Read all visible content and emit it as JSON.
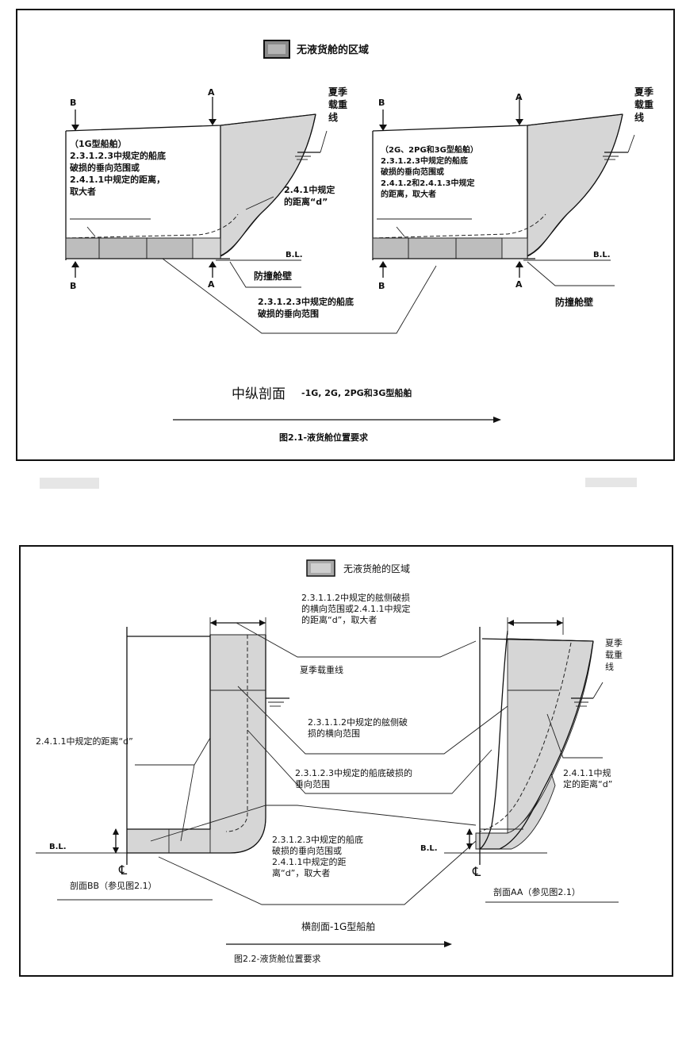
{
  "fig1": {
    "legend": "无液货舱的区域",
    "section_b": "B",
    "section_a": "A",
    "summer_load_line": "夏季\n载重\n线",
    "note_1g": "（1G型船舶）\n2.3.1.2.3中规定的船底\n破损的垂向范围或\n2.4.1.1中规定的距离，\n取大者",
    "note_2g": "（2G、2PG和3G型船舶）\n2.3.1.2.3中规定的船底\n破损的垂向范围或\n2.4.1.2和2.4.1.3中规定\n的距离，取大者",
    "distance_d": "2.4.1中规定\n的距离“d”",
    "baseline": "B.L.",
    "collision_bulkhead": "防撞舱壁",
    "bottom_damage": "2.3.1.2.3中规定的船底\n破损的垂向范围",
    "section_title": "中纵剖面",
    "section_subtitle": "-1G, 2G, 2PG和3G型船舶",
    "caption": "图2.1-液货舱位置要求"
  },
  "fig2": {
    "legend": "无液货舱的区域",
    "side_damage_top": "2.3.1.1.2中规定的舷侧破损\n的横向范围或2.4.1.1中规定\n的距离“d”，取大者",
    "summer_load_line_mid": "夏季载重线",
    "summer_load_line_right": "夏季\n载重\n线",
    "side_damage_mid": "2.3.1.1.2中规定的舷侧破\n损的横向范围",
    "distance_d_left": "2.4.1.1中规定的距离“d”",
    "bottom_damage_mid": "2.3.1.2.3中规定的船底破损的\n垂向范围",
    "distance_d_right": "2.4.1.1中规\n定的距离“d”",
    "bottom_damage_low": "2.3.1.2.3中规定的船底\n破损的垂向范围或\n2.4.1.1中规定的距\n离“d”，取大者",
    "baseline_left": "B.L.",
    "baseline_right": "B.L.",
    "centerline": "℄",
    "section_bb": "剖面BB（参见图2.1）",
    "section_aa": "剖面AA（参见图2.1）",
    "cross_title": "横剖面-1G型船舶",
    "caption": "图2.2-液货舱位置要求"
  }
}
